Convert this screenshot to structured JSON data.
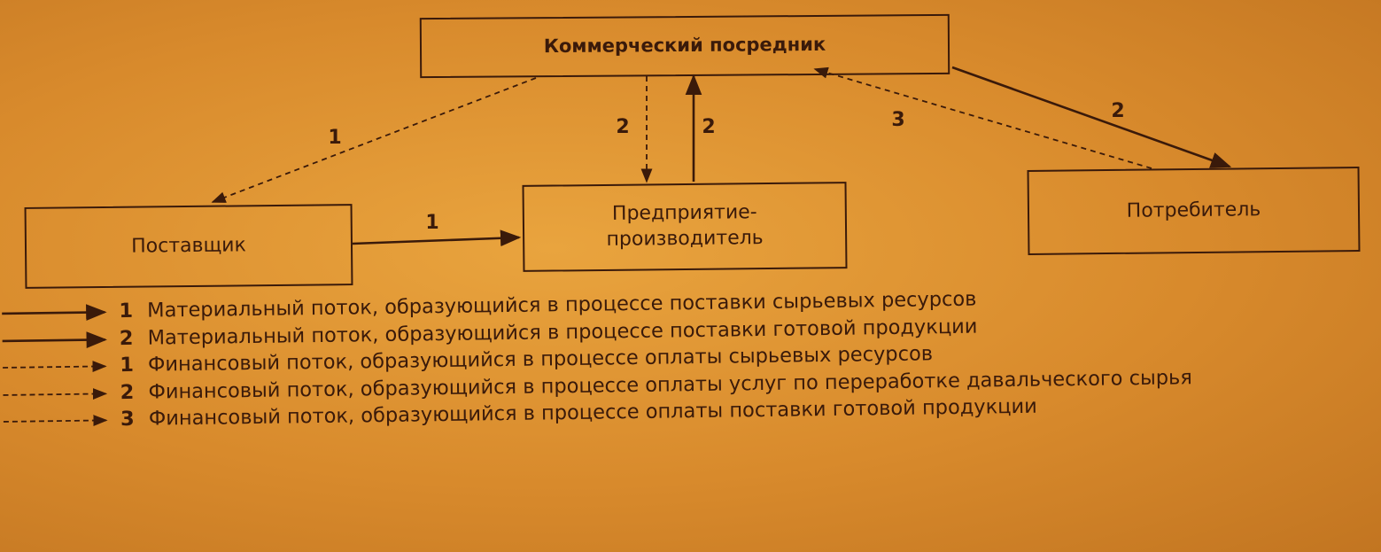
{
  "nodes": {
    "intermediary": "Коммерческий посредник",
    "supplier": "Поставщик",
    "manufacturer": "Предприятие-\nпроизводитель",
    "consumer": "Потребитель"
  },
  "edges": [
    {
      "id": "e1",
      "from": "intermediary",
      "to": "supplier",
      "style": "dashed",
      "label": "1"
    },
    {
      "id": "e2",
      "from": "intermediary",
      "to": "manufacturer",
      "style": "dashed",
      "label": "2"
    },
    {
      "id": "e3",
      "from": "manufacturer",
      "to": "intermediary",
      "style": "solid",
      "label": "2"
    },
    {
      "id": "e4",
      "from": "consumer",
      "to": "intermediary",
      "style": "dashed",
      "label": "3"
    },
    {
      "id": "e5",
      "from": "intermediary",
      "to": "consumer",
      "style": "solid",
      "label": "2"
    },
    {
      "id": "e6",
      "from": "supplier",
      "to": "manufacturer",
      "style": "solid",
      "label": "1"
    }
  ],
  "legend": [
    {
      "style": "solid",
      "num": "1",
      "text": "Материальный поток,  образующийся в процессе поставки сырьевых ресурсов"
    },
    {
      "style": "solid",
      "num": "2",
      "text": "Материальный поток,  образующийся в процессе поставки готовой продукции"
    },
    {
      "style": "dashed",
      "num": "1",
      "text": "Финансовый поток,  образующийся в процессе оплаты сырьевых ресурсов"
    },
    {
      "style": "dashed",
      "num": "2",
      "text": "Финансовый поток,  образующийся в процессе оплаты услуг по переработке давальческого сырья"
    },
    {
      "style": "dashed",
      "num": "3",
      "text": "Финансовый поток,  образующийся в процессе оплаты поставки готовой продукции"
    }
  ]
}
